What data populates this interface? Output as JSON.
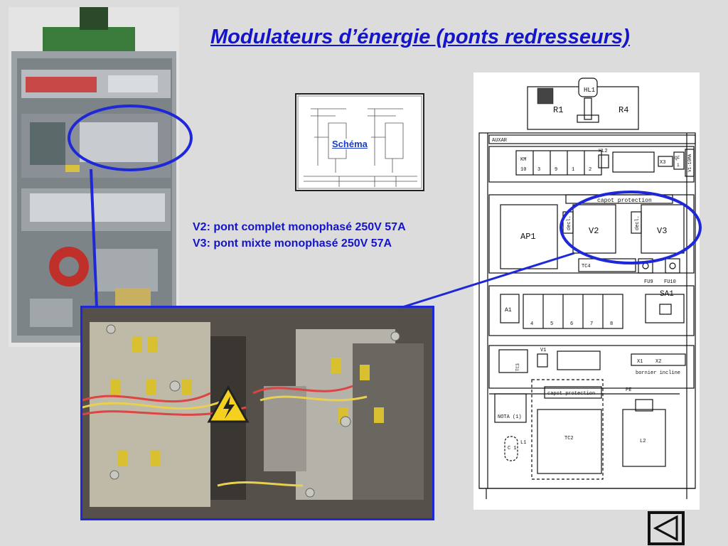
{
  "slide": {
    "title": "Modulateurs d’énergie (ponts redresseurs)",
    "spec_v2": "V2: pont complet monophasé 250V 57A",
    "spec_v3": "V3: pont mixte  monophasé 250V 57A",
    "schema_link": "Schéma",
    "accent_color": "#1414c8"
  },
  "diagram": {
    "labels": {
      "hl1": "HL1",
      "r1": "R1",
      "r4": "R4",
      "auxar": "AUXAR",
      "km10": "10",
      "km3": "3",
      "km9": "9",
      "km1": "1",
      "km2": "2",
      "km": "KM",
      "hl2": "HL2",
      "x3": "X3",
      "qf": "QF",
      "qf1": "1",
      "side_label": "V1-10MA",
      "capot_top": "capot protection",
      "ap1": "AP1",
      "v2": "V2",
      "v3": "V3",
      "decl": "decl.",
      "tc4": "TC4",
      "fu9": "FU9",
      "fu10": "FU10",
      "sa1": "SA1",
      "a1": "A1",
      "km4": "4",
      "km5": "5",
      "km6": "6",
      "km7": "7",
      "km8": "8",
      "v1": "V1",
      "tc3": "TC3",
      "x1": "X1",
      "x2": "X2",
      "bornier": "bornier incline",
      "capot_bottom": "capot protection",
      "pe": "PE",
      "nota": "NOTA (1)",
      "tc2": "TC2",
      "l2": "L2",
      "l1": "L1",
      "c1": "C 1"
    }
  },
  "icons": {
    "warning": "high-voltage-warning-icon",
    "back": "back-arrow-icon"
  }
}
